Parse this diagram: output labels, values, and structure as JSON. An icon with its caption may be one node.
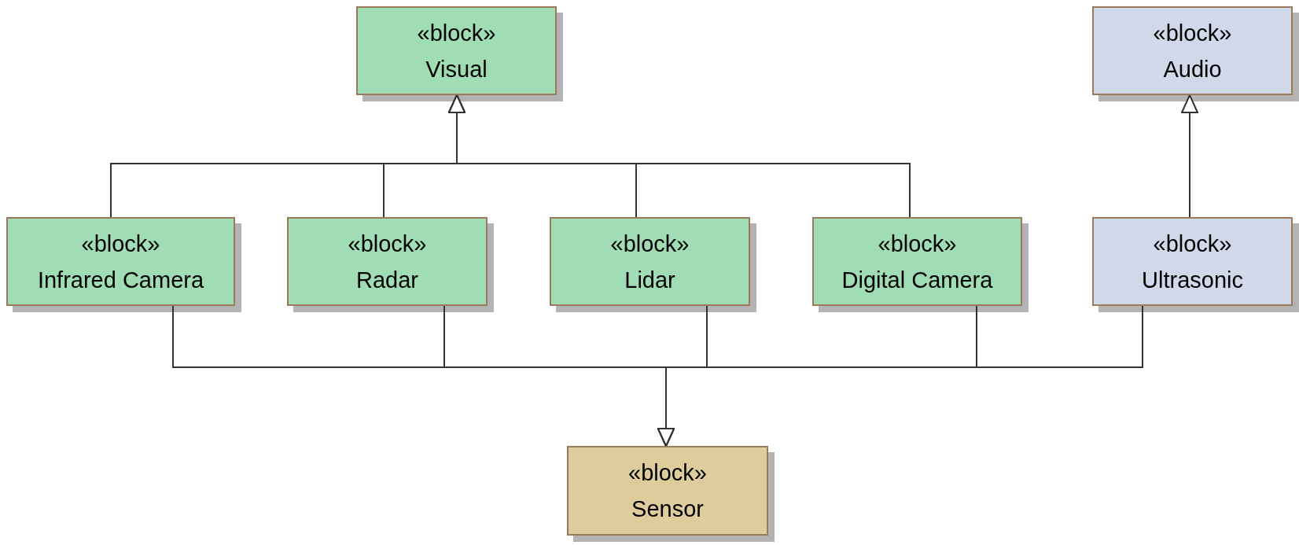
{
  "diagram": {
    "nodes": [
      {
        "text": [
          "«block»",
          "Visual"
        ]
      },
      {
        "text": [
          "«block»",
          "Audio"
        ]
      },
      {
        "text": [
          "«block»",
          "Infrared Camera"
        ]
      },
      {
        "text": [
          "«block»",
          "Radar"
        ]
      },
      {
        "text": [
          "«block»",
          "Lidar"
        ]
      },
      {
        "text": [
          "«block»",
          "Digital Camera"
        ]
      },
      {
        "text": [
          "«block»",
          "Ultrasonic"
        ]
      },
      {
        "text": [
          "«block»",
          "Sensor"
        ]
      }
    ],
    "edges": [
      {
        "from": 2,
        "to": 0,
        "arrow": "to"
      },
      {
        "from": 3,
        "to": 0,
        "arrow": "to"
      },
      {
        "from": 4,
        "to": 0,
        "arrow": "to"
      },
      {
        "from": 5,
        "to": 0,
        "arrow": "to"
      },
      {
        "from": 6,
        "to": 1,
        "arrow": "to"
      },
      {
        "from": 2,
        "to": 7,
        "arrow": "to"
      },
      {
        "from": 3,
        "to": 7,
        "arrow": "to"
      },
      {
        "from": 4,
        "to": 7,
        "arrow": "to"
      },
      {
        "from": 5,
        "to": 7,
        "arrow": "to"
      },
      {
        "from": 6,
        "to": 7,
        "arrow": "to"
      }
    ]
  }
}
